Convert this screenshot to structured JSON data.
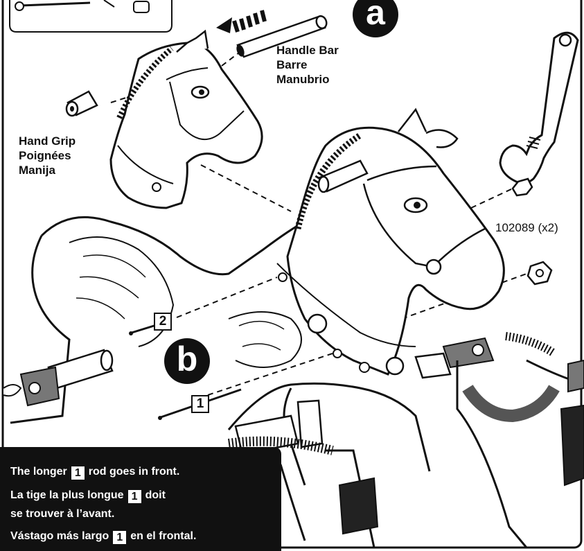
{
  "handle_bar_label": [
    "Handle Bar",
    "Barre",
    "Manubrio"
  ],
  "hand_grip_label": [
    "Hand Grip",
    "Poignées",
    "Manija"
  ],
  "hardware_part": "102089 (x2)",
  "steps": {
    "a": "a",
    "b": "b"
  },
  "rod_tags": {
    "rod1": "1",
    "rod2": "2"
  },
  "note": {
    "line1_pre": "The longer",
    "line1_num": "1",
    "line1_post": "rod goes in front.",
    "line2_pre": "La tige la plus longue",
    "line2_num": "1",
    "line2_post": "doit",
    "line3": "se trouver à l’avant.",
    "line4_pre": "Vástago más largo",
    "line4_num": "1",
    "line4_post": "en el frontal."
  }
}
